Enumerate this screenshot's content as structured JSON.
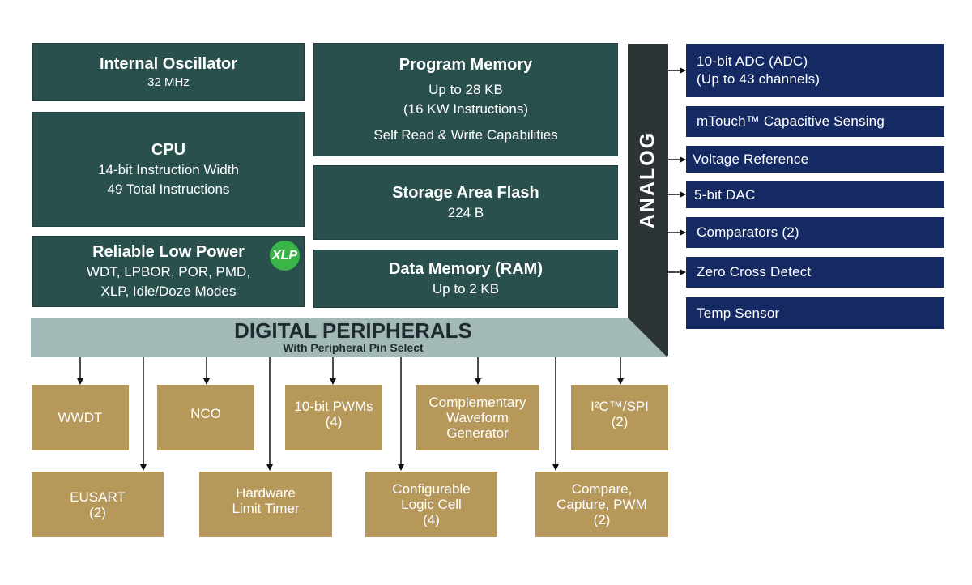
{
  "core": {
    "oscillator": {
      "title": "Internal Oscillator",
      "sub": "32 MHz"
    },
    "cpu": {
      "title": "CPU",
      "line1": "14-bit Instruction Width",
      "line2": "49 Total Instructions"
    },
    "low_power": {
      "title": "Reliable Low Power",
      "line1": "WDT, LPBOR, POR, PMD,",
      "line2": "XLP, Idle/Doze Modes",
      "badge": "XLP"
    },
    "program_memory": {
      "title": "Program Memory",
      "line1": "Up to 28 KB",
      "line2": "(16 KW Instructions)",
      "line3": "Self Read & Write Capabilities"
    },
    "storage_flash": {
      "title": "Storage Area Flash",
      "sub": "224 B"
    },
    "data_memory": {
      "title": "Data Memory (RAM)",
      "sub": "Up to 2 KB"
    }
  },
  "analog": {
    "label": "ANALOG",
    "items": [
      {
        "line1": "10-bit ADC (ADC)",
        "line2": "(Up to 43 channels)"
      },
      {
        "line1": "mTouch™ Capacitive Sensing"
      },
      {
        "line1": "Voltage Reference"
      },
      {
        "line1": "5-bit DAC"
      },
      {
        "line1": "Comparators (2)"
      },
      {
        "line1": "Zero Cross Detect"
      },
      {
        "line1": "Temp Sensor"
      }
    ]
  },
  "digital": {
    "title": "DIGITAL PERIPHERALS",
    "subtitle": "With Peripheral Pin Select",
    "row1": [
      {
        "line1": "WWDT"
      },
      {
        "line1": "NCO"
      },
      {
        "line1": "10-bit PWMs",
        "line2": "(4)"
      },
      {
        "line1": "Complementary",
        "line2": "Waveform",
        "line3": "Generator"
      },
      {
        "line1": "I²C™/SPI",
        "line2": "(2)"
      }
    ],
    "row2": [
      {
        "line1": "EUSART",
        "line2": "(2)"
      },
      {
        "line1": "Hardware",
        "line2": "Limit Timer"
      },
      {
        "line1": "Configurable",
        "line2": "Logic Cell",
        "line3": "(4)"
      },
      {
        "line1": "Compare,",
        "line2": "Capture, PWM",
        "line3": "(2)"
      }
    ]
  },
  "colors": {
    "core_block": "#2a504e",
    "analog_bar": "#2c3436",
    "analog_item": "#152a62",
    "digital_bar": "#a3b9b8",
    "peripheral_block": "#b5985a",
    "xlp_badge": "#3bb54a"
  }
}
